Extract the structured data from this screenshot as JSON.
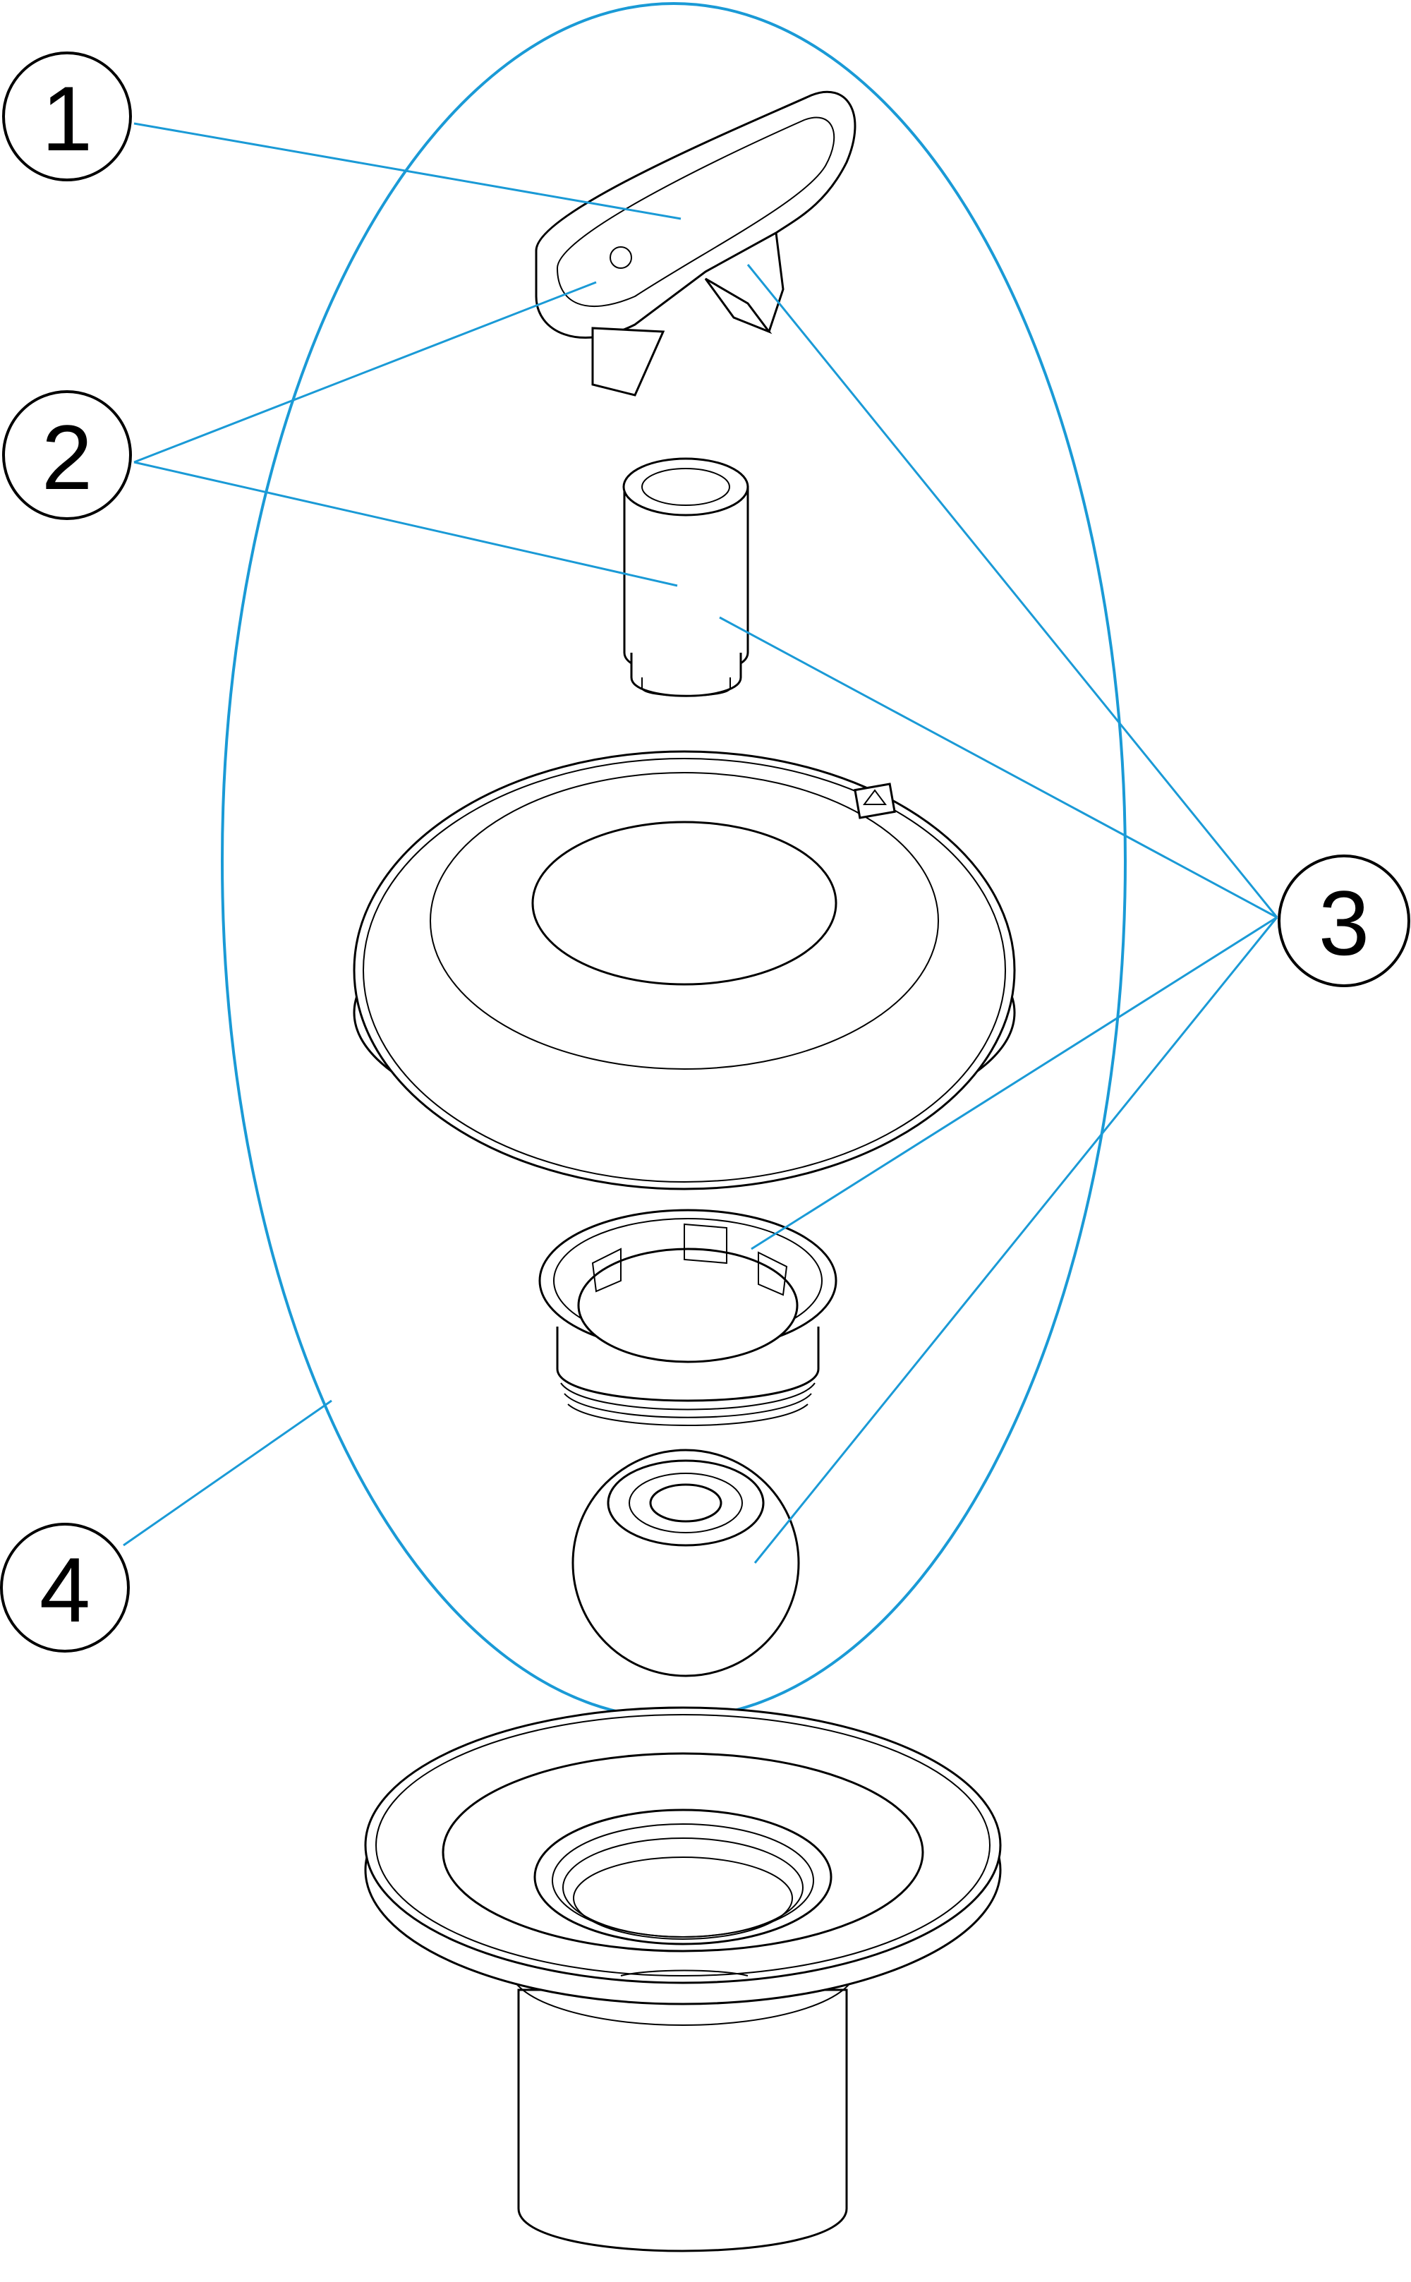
{
  "diagram": {
    "type": "exploded-parts-drawing",
    "colors": {
      "leader": "#1a9ad6",
      "outline": "#000000",
      "background": "#ffffff"
    },
    "callouts": [
      {
        "id": "1",
        "label": "1",
        "points_to": [
          "key-handle"
        ]
      },
      {
        "id": "2",
        "label": "2",
        "points_to": [
          "key-handle-slot",
          "tube-insert"
        ]
      },
      {
        "id": "3",
        "label": "3",
        "points_to": [
          "key-handle-leg",
          "tube-insert",
          "retaining-ring",
          "ball-nozzle"
        ]
      },
      {
        "id": "4",
        "label": "4",
        "points_to": [
          "assembly-group-ellipse"
        ]
      }
    ],
    "parts": [
      "key-handle",
      "tube-insert",
      "cover-plate",
      "retaining-ring",
      "ball-nozzle",
      "wall-fitting-body"
    ],
    "icons": [
      "ce-mark-icon"
    ]
  }
}
